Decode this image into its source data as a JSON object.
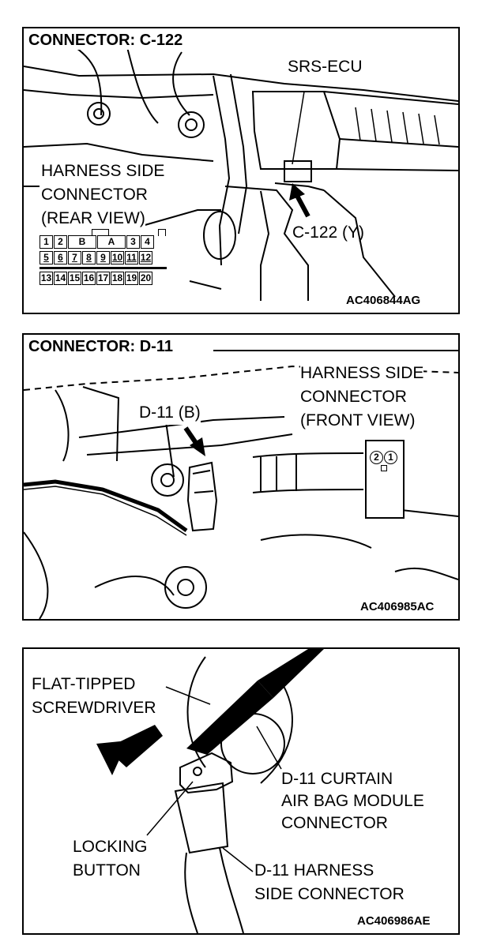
{
  "panel1": {
    "heading": "CONNECTOR: C-122",
    "labels": {
      "srs_ecu": "SRS-ECU",
      "harness_line1": "HARNESS SIDE",
      "harness_line2": "CONNECTOR",
      "harness_line3": "(REAR VIEW)",
      "connector": "C-122 (Y)"
    },
    "pins": {
      "row1": [
        "1",
        "2",
        "B",
        "A",
        "3",
        "4"
      ],
      "row2": [
        "5",
        "6",
        "7",
        "8",
        "9",
        "10",
        "11",
        "12"
      ],
      "row3": [
        "13",
        "14",
        "15",
        "16",
        "17",
        "18",
        "19",
        "20"
      ]
    },
    "figure_code": "AC406844AG"
  },
  "panel2": {
    "heading": "CONNECTOR: D-11",
    "labels": {
      "harness_line1": "HARNESS SIDE",
      "harness_line2": "CONNECTOR",
      "harness_line3": "(FRONT VIEW)",
      "connector": "D-11 (B)"
    },
    "pins": [
      "2",
      "1"
    ],
    "figure_code": "AC406985AC"
  },
  "panel3": {
    "labels": {
      "tool_line1": "FLAT-TIPPED",
      "tool_line2": "SCREWDRIVER",
      "module_line1": "D-11 CURTAIN",
      "module_line2": "AIR BAG MODULE",
      "module_line3": "CONNECTOR",
      "lock_line1": "LOCKING",
      "lock_line2": "BUTTON",
      "harness_line1": "D-11 HARNESS",
      "harness_line2": "SIDE CONNECTOR"
    },
    "figure_code": "AC406986AE"
  }
}
